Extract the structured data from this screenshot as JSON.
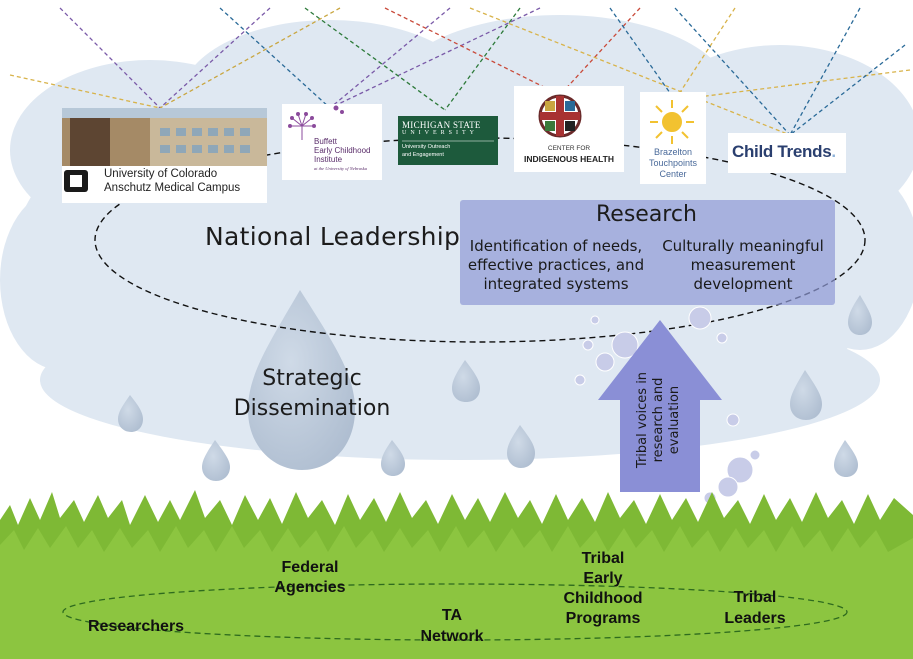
{
  "logos": {
    "cu": {
      "line1": "University of Colorado",
      "line2": "Anschutz Medical Campus"
    },
    "buffett": {
      "line1": "Buffett",
      "line2": "Early Childhood",
      "line3": "Institute",
      "line4": "at the University of Nebraska"
    },
    "msu": {
      "line1": "MICHIGAN STATE",
      "line2": "UNIVERSITY",
      "line3": "University Outreach",
      "line4": "and Engagement"
    },
    "cih": {
      "line1": "CENTER FOR",
      "line2": "INDIGENOUS HEALTH"
    },
    "brazelton": {
      "line1": "Brazelton",
      "line2": "Touchpoints",
      "line3": "Center"
    },
    "childtrends": {
      "name": "Child Trends",
      "dot": "."
    }
  },
  "labels": {
    "national_leadership": "National Leadership",
    "strategic_line1": "Strategic",
    "strategic_line2": "Dissemination",
    "research_title": "Research",
    "research_left": [
      "Identification of needs,",
      "effective practices, and",
      "integrated systems"
    ],
    "research_right": [
      "Culturally meaningful",
      "measurement",
      "development"
    ],
    "arrow_text": [
      "Tribal voices in",
      "research and",
      "evaluation"
    ]
  },
  "stakeholders": {
    "federal": [
      "Federal",
      "Agencies"
    ],
    "researchers": "Researchers",
    "ta": [
      "TA",
      "Network"
    ],
    "tribal_programs": [
      "Tribal",
      "Early",
      "Childhood",
      "Programs"
    ],
    "tribal_leaders": [
      "Tribal",
      "Leaders"
    ]
  },
  "colors": {
    "cloud": "#dde7f1",
    "drop": "#bccbdc",
    "grass": "#8cc540",
    "grass_dark": "#6fa82c",
    "research_box": "#8e9ad6",
    "arrow": "#8a8fd6",
    "msu_green": "#1d5a3c",
    "childtrends_blue": "#2a3f6f",
    "brazelton_yellow": "#f2c230"
  }
}
